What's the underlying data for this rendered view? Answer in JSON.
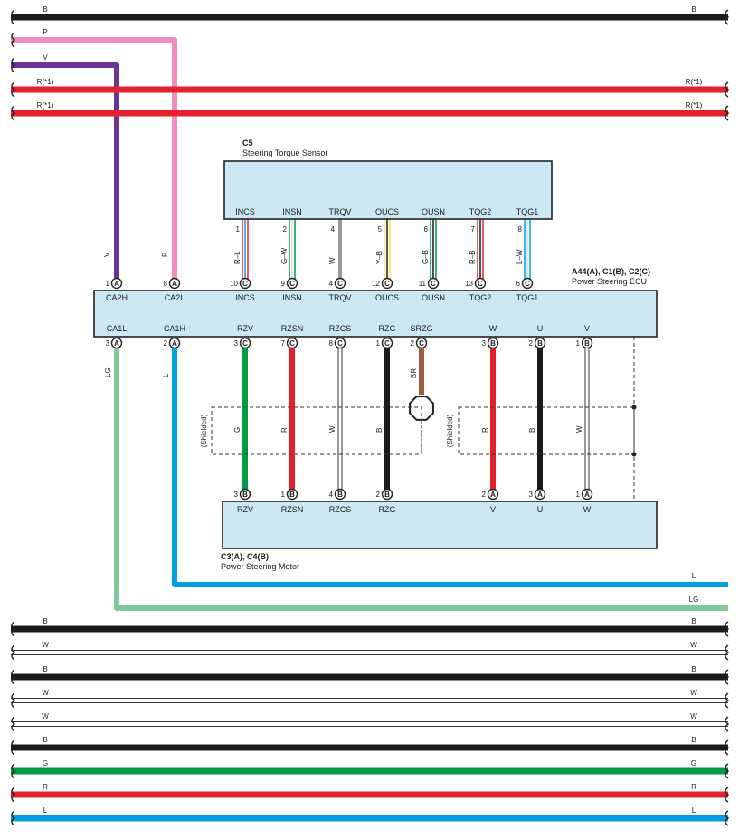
{
  "colors": {
    "B": "#1a1a1a",
    "W": "#ffffff",
    "R": "#e3202b",
    "G": "#009946",
    "L": "#00a0e0",
    "P": "#f08cc0",
    "V": "#6a3394",
    "LG": "#7fc999",
    "Y": "#fde34a",
    "BR": "#a05a3c",
    "box": "#cce8f4"
  },
  "top_wires": [
    {
      "label": "B",
      "right_label": "B",
      "color": "B"
    },
    {
      "label": "P",
      "right_label": "",
      "color": "P"
    },
    {
      "label": "V",
      "right_label": "",
      "color": "V"
    },
    {
      "label": "R(*1)",
      "right_label": "R(*1)",
      "color": "R"
    },
    {
      "label": "R(*1)",
      "right_label": "R(*1)",
      "color": "R"
    }
  ],
  "sensor": {
    "code": "C5",
    "name": "Steering Torque Sensor",
    "pins": [
      {
        "name": "INCS",
        "num": "1",
        "wire": "R–L",
        "ecu_pin": "10",
        "conn": "C",
        "c1": "R",
        "c2": "L"
      },
      {
        "name": "INSN",
        "num": "2",
        "wire": "G–W",
        "ecu_pin": "9",
        "conn": "C",
        "c1": "G",
        "c2": "W"
      },
      {
        "name": "TRQV",
        "num": "4",
        "wire": "W",
        "ecu_pin": "4",
        "conn": "C",
        "c1": "W",
        "c2": ""
      },
      {
        "name": "OUCS",
        "num": "5",
        "wire": "Y–B",
        "ecu_pin": "12",
        "conn": "C",
        "c1": "Y",
        "c2": "B"
      },
      {
        "name": "OUSN",
        "num": "6",
        "wire": "G–B",
        "ecu_pin": "11",
        "conn": "C",
        "c1": "G",
        "c2": "B"
      },
      {
        "name": "TQG2",
        "num": "7",
        "wire": "R–B",
        "ecu_pin": "13",
        "conn": "C",
        "c1": "R",
        "c2": "B"
      },
      {
        "name": "TQG1",
        "num": "8",
        "wire": "L–W",
        "ecu_pin": "6",
        "conn": "C",
        "c1": "L",
        "c2": "W"
      }
    ]
  },
  "ecu": {
    "code": "A44(A), C1(B), C2(C)",
    "name": "Power Steering ECU",
    "top_left_pins": [
      {
        "name": "CA2H",
        "num": "1",
        "conn": "A",
        "wire": "V"
      },
      {
        "name": "CA2L",
        "num": "8",
        "conn": "A",
        "wire": "P"
      }
    ],
    "bottom_pins": [
      {
        "name": "CA1L",
        "num": "3",
        "conn": "A"
      },
      {
        "name": "CA1H",
        "num": "2",
        "conn": "A"
      },
      {
        "name": "RZV",
        "num": "3",
        "conn": "C"
      },
      {
        "name": "RZSN",
        "num": "7",
        "conn": "C"
      },
      {
        "name": "RZCS",
        "num": "8",
        "conn": "C"
      },
      {
        "name": "RZG",
        "num": "1",
        "conn": "C"
      },
      {
        "name": "SRZG",
        "num": "2",
        "conn": "C"
      },
      {
        "name": "W",
        "num": "3",
        "conn": "B"
      },
      {
        "name": "U",
        "num": "2",
        "conn": "B"
      },
      {
        "name": "V",
        "num": "1",
        "conn": "B"
      }
    ]
  },
  "ecu_motor_wires": [
    {
      "wire": "G",
      "color": "G"
    },
    {
      "wire": "R",
      "color": "R"
    },
    {
      "wire": "W",
      "color": "W"
    },
    {
      "wire": "B",
      "color": "B"
    },
    {
      "wire": "BR",
      "color": "BR"
    },
    {
      "wire": "R",
      "color": "R"
    },
    {
      "wire": "B",
      "color": "B"
    },
    {
      "wire": "W",
      "color": "W"
    }
  ],
  "shielded_label": "(Shielded)",
  "motor": {
    "code": "C3(A), C4(B)",
    "name": "Power Steering Motor",
    "pins": [
      {
        "name": "RZV",
        "num": "3",
        "conn": "B"
      },
      {
        "name": "RZSN",
        "num": "1",
        "conn": "B"
      },
      {
        "name": "RZCS",
        "num": "4",
        "conn": "B"
      },
      {
        "name": "RZG",
        "num": "2",
        "conn": "B"
      },
      {
        "name": "V",
        "num": "2",
        "conn": "A"
      },
      {
        "name": "U",
        "num": "3",
        "conn": "A"
      },
      {
        "name": "W",
        "num": "1",
        "conn": "A"
      }
    ]
  },
  "can_wires": [
    {
      "label": "LG",
      "right_label": "LG",
      "color": "LG"
    },
    {
      "label": "L",
      "right_label": "L",
      "color": "L"
    }
  ],
  "bottom_wires": [
    {
      "label": "B",
      "right_label": "B",
      "color": "B"
    },
    {
      "label": "W",
      "right_label": "W",
      "color": "W"
    },
    {
      "label": "B",
      "right_label": "B",
      "color": "B"
    },
    {
      "label": "W",
      "right_label": "W",
      "color": "W"
    },
    {
      "label": "W",
      "right_label": "W",
      "color": "W"
    },
    {
      "label": "B",
      "right_label": "B",
      "color": "B"
    },
    {
      "label": "G",
      "right_label": "G",
      "color": "G"
    },
    {
      "label": "R",
      "right_label": "R",
      "color": "R"
    },
    {
      "label": "L",
      "right_label": "L",
      "color": "L"
    }
  ]
}
